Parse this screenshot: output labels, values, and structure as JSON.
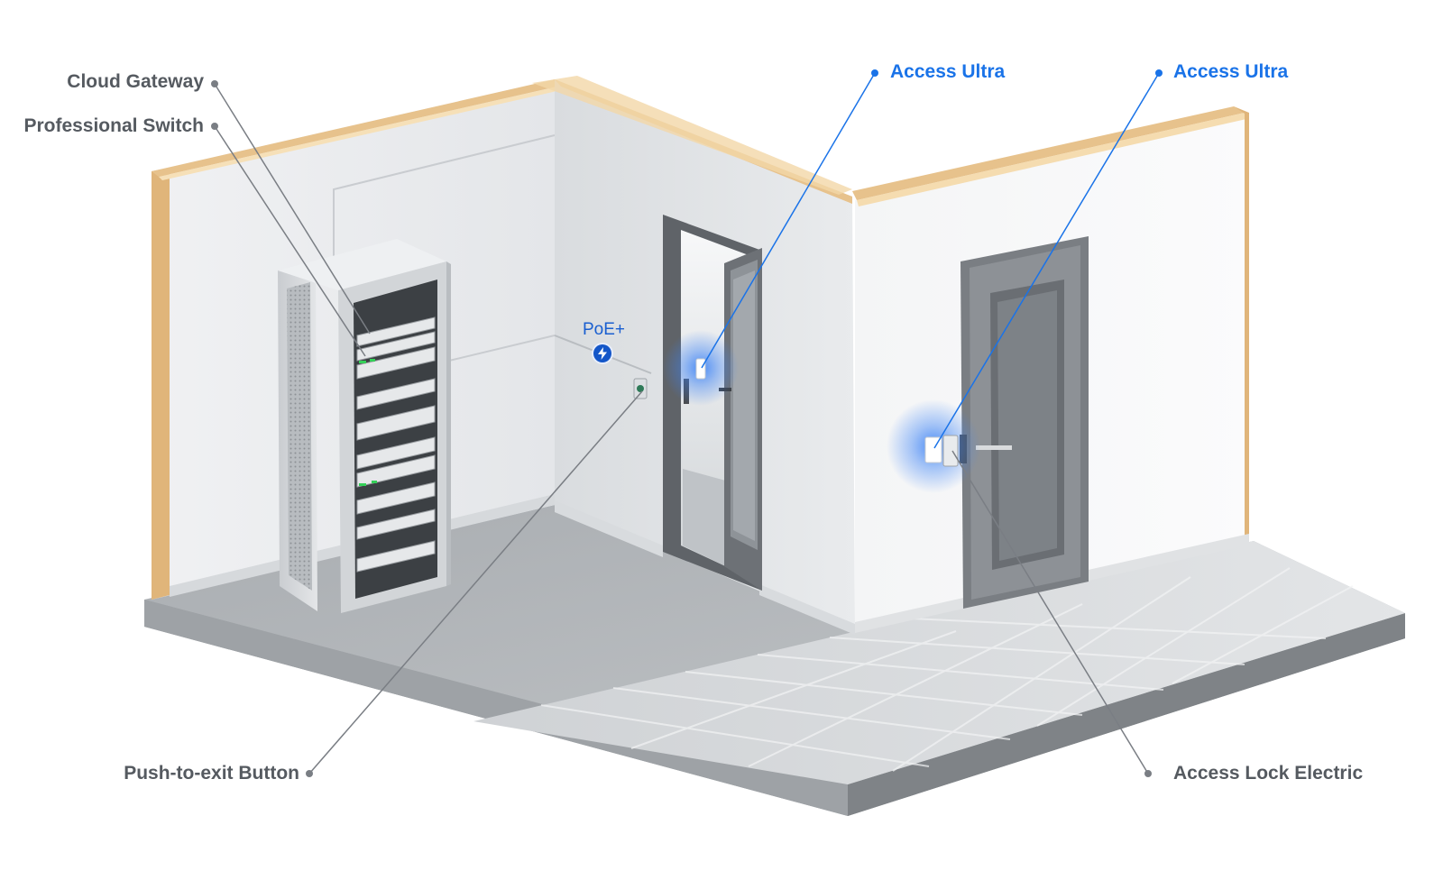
{
  "labels": {
    "cloud_gateway": "Cloud Gateway",
    "professional_switch": "Professional Switch",
    "push_to_exit": "Push-to-exit Button",
    "access_ultra_1": "Access Ultra",
    "access_ultra_2": "Access Ultra",
    "access_lock_electric": "Access Lock Electric",
    "poe": "PoE+"
  },
  "colors": {
    "accent_blue": "#1a73e8",
    "label_grey": "#555a60",
    "leader_grey": "#7a7e84",
    "glow_blue": "#3b82f6",
    "wall": "#eef0f2",
    "floor": "#b9bcbf",
    "wood": "#e2b679"
  },
  "icons": {
    "poe_badge": "lightning-bolt-icon"
  }
}
